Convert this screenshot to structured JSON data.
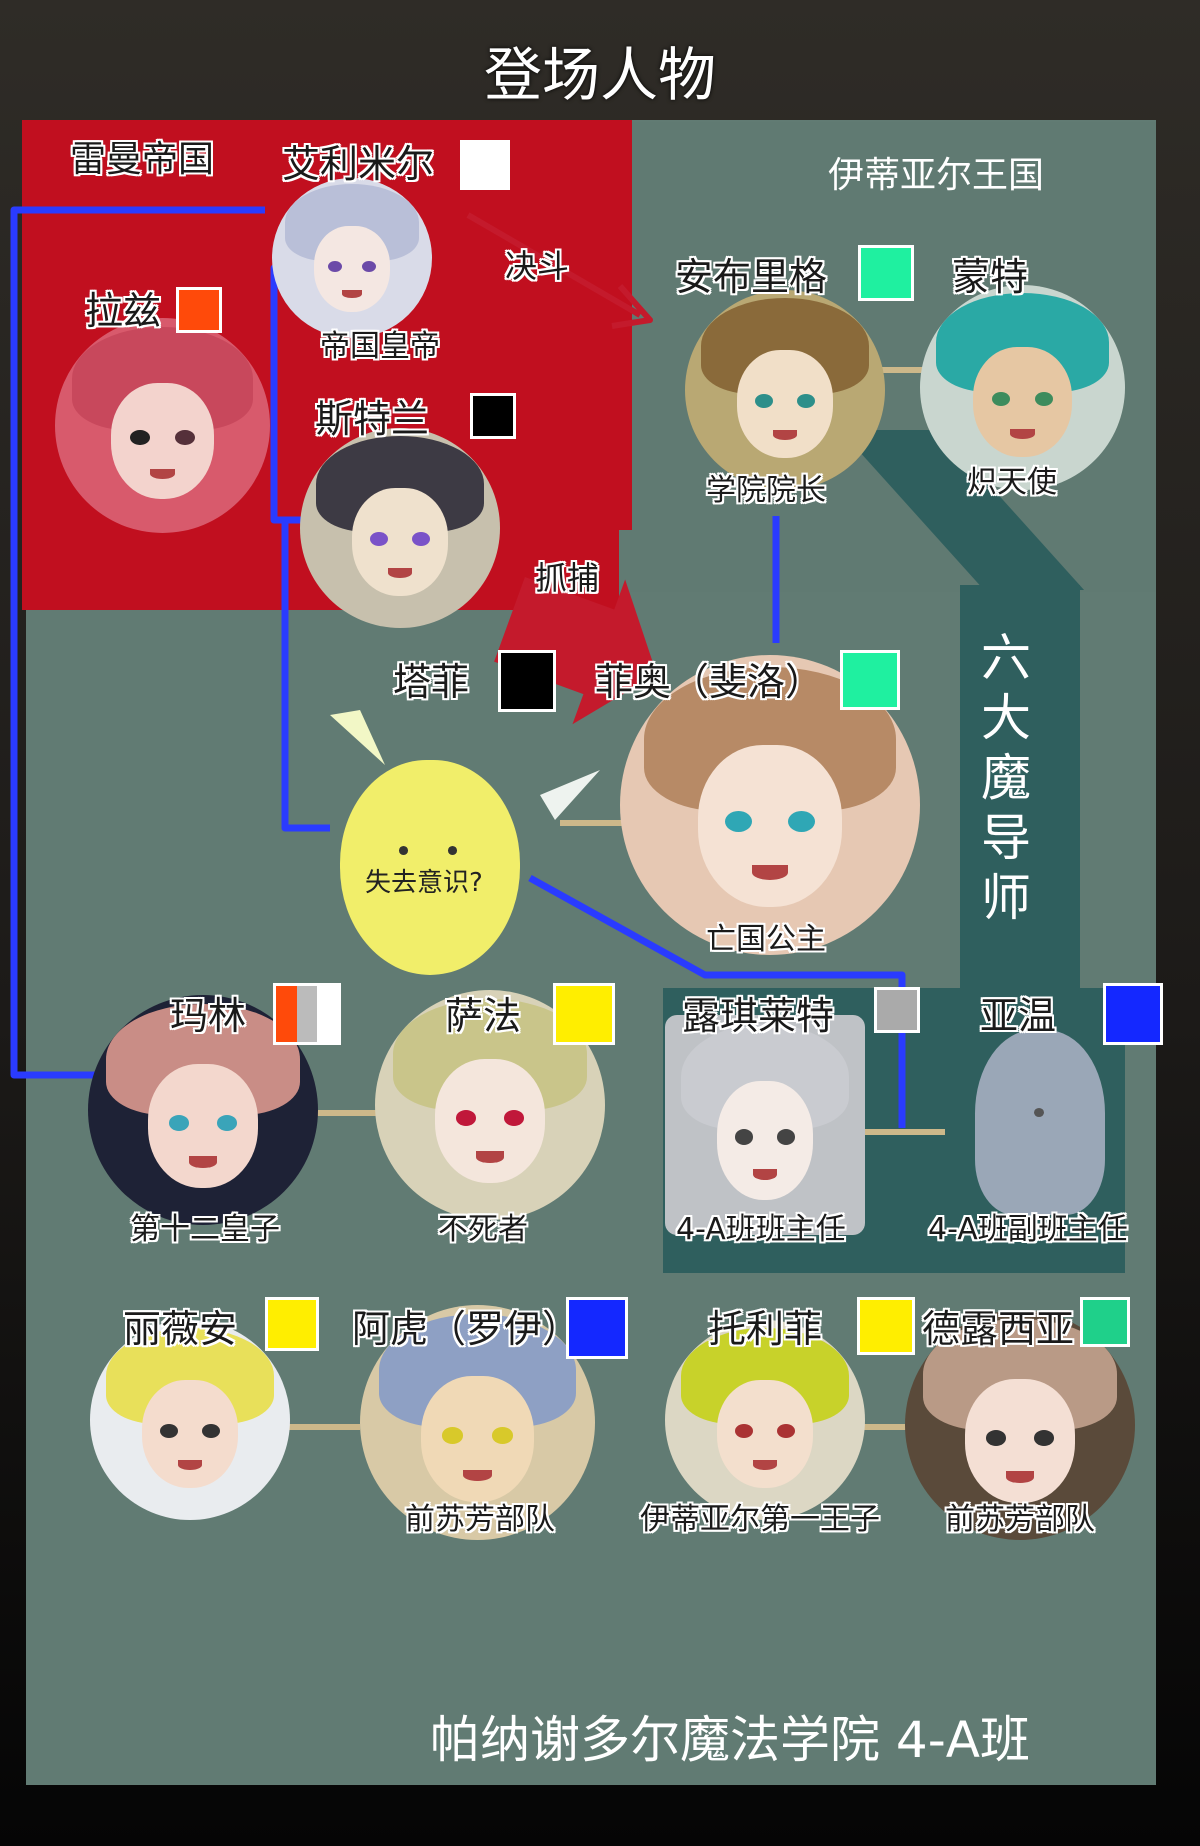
{
  "title": "登场人物",
  "footer": "帕纳谢多尔魔法学院 4-A班",
  "regions": {
    "rayman": "雷曼帝国",
    "itiar": "伊蒂亚尔王国",
    "six_mages": "六大魔导师"
  },
  "relations": {
    "duel": "决斗",
    "arrest": "抓捕",
    "unconscious": "失去意识?"
  },
  "characters": [
    {
      "id": "elimiel",
      "name": "艾利米尔",
      "role": "帝国皇帝",
      "swatch": [
        "#ffffff"
      ]
    },
    {
      "id": "raz",
      "name": "拉兹",
      "role": "",
      "swatch": [
        "#ff4a0a"
      ]
    },
    {
      "id": "sterlan",
      "name": "斯特兰",
      "role": "",
      "swatch": [
        "#000000"
      ]
    },
    {
      "id": "anbrig",
      "name": "安布里格",
      "role": "学院院长",
      "swatch": [
        "#1ff0a0"
      ]
    },
    {
      "id": "monte",
      "name": "蒙特",
      "role": "炽天使",
      "swatch": []
    },
    {
      "id": "tafei",
      "name": "塔菲",
      "role": "",
      "swatch": [
        "#000000"
      ]
    },
    {
      "id": "feio",
      "name": "菲奥（斐洛）",
      "role": "亡国公主",
      "swatch": [
        "#1ff0a0"
      ]
    },
    {
      "id": "marin",
      "name": "玛林",
      "role": "第十二皇子",
      "swatch": [
        "#ff4a0a",
        "#bbbbbb",
        "#ffffff"
      ]
    },
    {
      "id": "safa",
      "name": "萨法",
      "role": "不死者",
      "swatch": [
        "#ffee00"
      ]
    },
    {
      "id": "lucht",
      "name": "露琪莱特",
      "role": "4-A班班主任",
      "swatch": [
        "#aaaaaa"
      ]
    },
    {
      "id": "yawen",
      "name": "亚温",
      "role": "4-A班副班主任",
      "swatch": [
        "#1428ff"
      ]
    },
    {
      "id": "livian",
      "name": "丽薇安",
      "role": "",
      "swatch": [
        "#ffee00"
      ]
    },
    {
      "id": "ahu",
      "name": "阿虎（罗伊）",
      "role": "前苏芳部队",
      "swatch": [
        "#1428ff"
      ]
    },
    {
      "id": "tolifei",
      "name": "托利菲",
      "role": "伊蒂亚尔第一王子",
      "swatch": [
        "#ffee00"
      ]
    },
    {
      "id": "delucia",
      "name": "德露西亚",
      "role": "前苏芳部队",
      "swatch": [
        "#1fd08a"
      ]
    }
  ],
  "colors": {
    "rayman_red": "#c10f1f",
    "academy_gray": "#607a72",
    "mage_teal": "#2f5f5e",
    "blue_line": "#2a3bff",
    "gold_line": "#cdb88a",
    "arrow_red": "#c41a2c"
  }
}
